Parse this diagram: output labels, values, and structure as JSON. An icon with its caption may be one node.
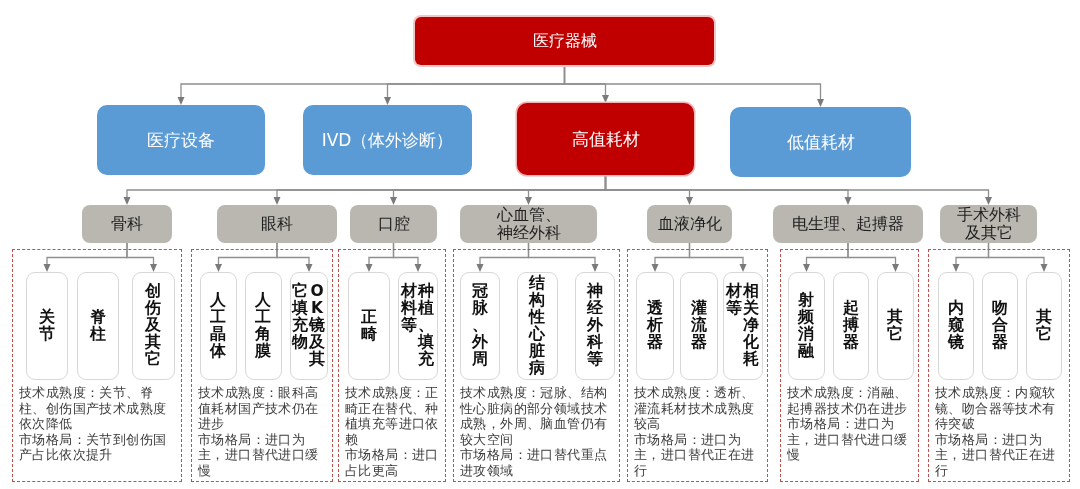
{
  "diagram": {
    "nodes": [
      {
        "text": [
          "医疗器械"
        ]
      },
      {
        "text": [
          "医疗设备"
        ]
      },
      {
        "text": [
          "IVD（体外诊断）"
        ]
      },
      {
        "text": [
          "高值耗材"
        ]
      },
      {
        "text": [
          "低值耗材"
        ]
      },
      {
        "text": [
          "骨科"
        ]
      },
      {
        "text": [
          "眼科"
        ]
      },
      {
        "text": [
          "口腔"
        ]
      },
      {
        "text": [
          "心血管、神经外科"
        ]
      },
      {
        "text": [
          "血液净化"
        ]
      },
      {
        "text": [
          "电生理、起搏器"
        ]
      },
      {
        "text": [
          "手术外科及其它"
        ]
      },
      {
        "text": [
          "技术成熟度：关节、脊柱、创伤国产技术成熟度依次降低",
          "市场格局：关节到创伤国产占比依次提升"
        ]
      },
      {
        "text": [
          "关节"
        ],
        "in": 12
      },
      {
        "text": [
          "脊柱"
        ],
        "in": 12
      },
      {
        "text": [
          "创伤及其它"
        ],
        "in": 12
      },
      {
        "text": [
          "技术成熟度：眼科高值耗材国产技术仍在进步",
          "市场格局：进口为主，进口替代进口缓慢"
        ]
      },
      {
        "text": [
          "人工晶体"
        ],
        "in": 16
      },
      {
        "text": [
          "人工角膜"
        ],
        "in": 16
      },
      {
        "text": [
          "OK镜及其它填充物"
        ],
        "in": 16
      },
      {
        "text": [
          "技术成熟度：正畸正在替代、种植填充等进口依赖",
          "市场格局：进口占比更高"
        ]
      },
      {
        "text": [
          "正畸"
        ],
        "in": 20
      },
      {
        "text": [
          "种植、填充材料等"
        ],
        "in": 20
      },
      {
        "text": [
          "技术成熟度：冠脉、结构性心脏病的部分领域技术成熟，外周、脑血管仍有较大空间",
          "市场格局：进口替代重点进攻领域"
        ]
      },
      {
        "text": [
          "冠脉、外周"
        ],
        "in": 23
      },
      {
        "text": [
          "结构性心脏病"
        ],
        "in": 23
      },
      {
        "text": [
          "神经外科等"
        ],
        "in": 23
      },
      {
        "text": [
          "技术成熟度：透析、灌流耗材技术成熟度较高",
          "市场格局：进口为主，进口替代正在进行"
        ]
      },
      {
        "text": [
          "透析器"
        ],
        "in": 27
      },
      {
        "text": [
          "灌流器"
        ],
        "in": 27
      },
      {
        "text": [
          "相关净化耗材等"
        ],
        "in": 27
      },
      {
        "text": [
          "技术成熟度：消融、起搏器技术仍在进步",
          "市场格局：进口为主，进口替代进口缓慢"
        ]
      },
      {
        "text": [
          "射频消融"
        ],
        "in": 31
      },
      {
        "text": [
          "起搏器"
        ],
        "in": 31
      },
      {
        "text": [
          "其它"
        ],
        "in": 31
      },
      {
        "text": [
          "技术成熟度：内窥软镜、吻合器等技术有待突破",
          "市场格局：进口为主，进口替代正在进行"
        ]
      },
      {
        "text": [
          "内窥镜"
        ],
        "in": 35
      },
      {
        "text": [
          "吻合器"
        ],
        "in": 35
      },
      {
        "text": [
          "其它"
        ],
        "in": 35
      }
    ],
    "edges": [
      {
        "from": 0,
        "to": 1,
        "arrow": "to"
      },
      {
        "from": 0,
        "to": 2,
        "arrow": "to"
      },
      {
        "from": 0,
        "to": 3,
        "arrow": "to"
      },
      {
        "from": 0,
        "to": 4,
        "arrow": "to"
      },
      {
        "from": 3,
        "to": 5,
        "arrow": "to"
      },
      {
        "from": 3,
        "to": 6,
        "arrow": "to"
      },
      {
        "from": 3,
        "to": 7,
        "arrow": "to"
      },
      {
        "from": 3,
        "to": 8,
        "arrow": "to"
      },
      {
        "from": 3,
        "to": 9,
        "arrow": "to"
      },
      {
        "from": 3,
        "to": 10,
        "arrow": "to"
      },
      {
        "from": 3,
        "to": 11,
        "arrow": "to"
      },
      {
        "from": 5,
        "to": 13,
        "arrow": "to"
      },
      {
        "from": 5,
        "to": 15,
        "arrow": "to"
      },
      {
        "from": 6,
        "to": 17,
        "arrow": "to"
      },
      {
        "from": 6,
        "to": 19,
        "arrow": "to"
      },
      {
        "from": 7,
        "to": 21,
        "arrow": "to"
      },
      {
        "from": 7,
        "to": 22,
        "arrow": "to"
      },
      {
        "from": 8,
        "to": 24,
        "arrow": "to"
      },
      {
        "from": 8,
        "to": 26,
        "arrow": "to"
      },
      {
        "from": 9,
        "to": 28,
        "arrow": "to"
      },
      {
        "from": 9,
        "to": 30,
        "arrow": "to"
      },
      {
        "from": 10,
        "to": 32,
        "arrow": "to"
      },
      {
        "from": 10,
        "to": 34,
        "arrow": "to"
      },
      {
        "from": 11,
        "to": 36,
        "arrow": "to"
      },
      {
        "from": 11,
        "to": 38,
        "arrow": "to"
      }
    ]
  }
}
